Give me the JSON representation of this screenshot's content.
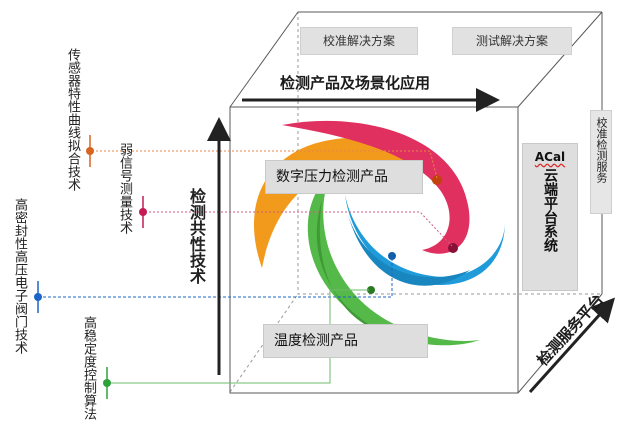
{
  "top_tabs": [
    "校准解决方案",
    "测试解决方案"
  ],
  "horizontal_axis_label": "检测产品及场景化应用",
  "vertical_axis_label": "检测共性技术",
  "bottom_label": "检测服务平台",
  "products": [
    "数字压力检测产品",
    "温度检测产品"
  ],
  "cloud_platform": {
    "title": "ACal",
    "subtitle": "云端平台系统"
  },
  "side_service": "校准检测服务",
  "technologies": [
    {
      "label": "传感器特性曲线拟合技术",
      "color": "#d9641e"
    },
    {
      "label": "弱信号测量技术",
      "color": "#c41c52"
    },
    {
      "label": "高密封性高压电子阀门技术",
      "color": "#1c64c8"
    },
    {
      "label": "高稳定度控制算法",
      "color": "#2ea23a"
    }
  ],
  "colors": {
    "orange": "#f29a1c",
    "pink": "#e0305f",
    "blue": "#1e9bd8",
    "green": "#54b948"
  }
}
